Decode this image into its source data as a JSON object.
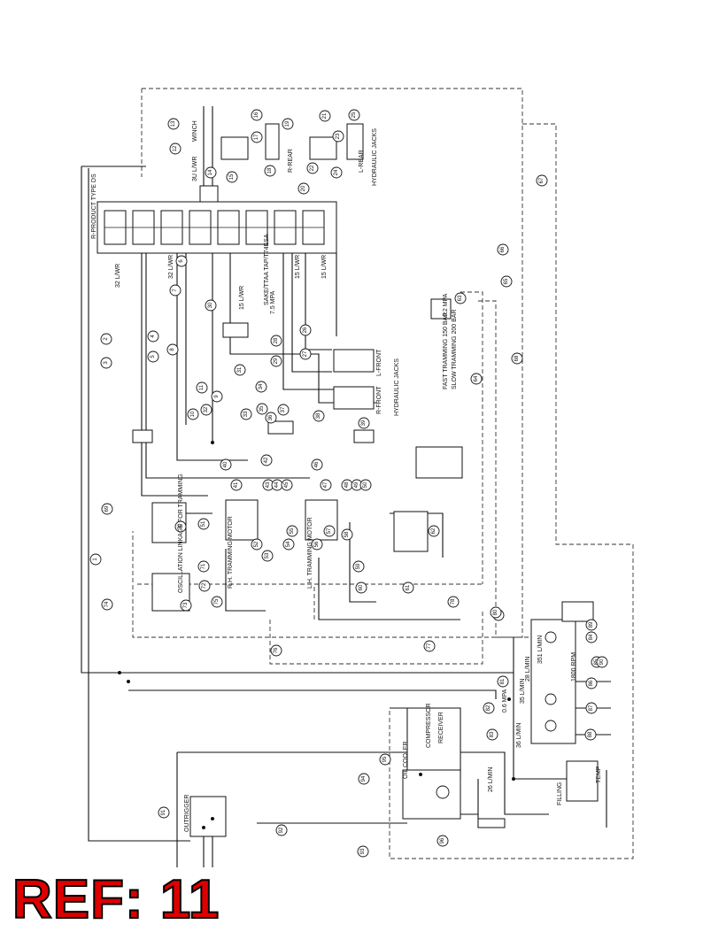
{
  "reference": {
    "label": "REF: 11"
  },
  "rotated_labels": {
    "hydraulic_jacks_top": "HYDRAULIC JACKS",
    "hydraulic_jacks_mid": "HYDRAULIC JACKS",
    "r_rear": "R-REAR",
    "l_rear": "L-REAR",
    "r_front": "R-FRONT",
    "l_front": "L-FRONT",
    "winch": "WINCH",
    "bank_valve": "R-PRODUCT TYPE DS",
    "line_3u": "3U L/WR",
    "line_32a": "32 L/WR",
    "line_32b": "32 L/WR",
    "line_15a": "15 L/WR",
    "line_15b": "15 L/WR",
    "line_15c": "15 L/WR",
    "valve_rating": "7.5 MPA",
    "check_valve": "SAKE/TTAA TAP/T74ESA",
    "fast_tramming": "FAST TRAMMING 150 BAR",
    "slow_tramming": "SLOW TRAMMING 200 BAR",
    "pressure_1": "0.2 MPA",
    "pressure_2": "0.6 MPA",
    "tramming_motor_r": "R.H. TRAMMING MOTOR",
    "tramming_motor_l": "L.H. TRAMMING MOTOR",
    "oscillation": "OSCILLATION LINKAGE FOR TRAMMING",
    "oil_cooler": "OIL COOLER",
    "compressor": "COMPRESSOR",
    "receiver": "RECEIVER",
    "rpm": "1800 RPM",
    "filling": "FILLING",
    "outrigger": "OUTRIGGER",
    "temp": "TEMP",
    "line_26": "26 L/MIN",
    "line_36": "36 L/MIN",
    "line_351": "351 L/MIN",
    "line_35": "35 L/MIN",
    "line_28": "28 L/MIN"
  },
  "callouts": [
    "1",
    "2",
    "3",
    "4",
    "5",
    "6",
    "7",
    "8",
    "9",
    "10",
    "11",
    "12",
    "13",
    "14",
    "15",
    "16",
    "17",
    "18",
    "19",
    "20",
    "21",
    "22",
    "23",
    "24",
    "25",
    "26",
    "27",
    "28",
    "29",
    "30",
    "31",
    "32",
    "33",
    "34",
    "35",
    "36",
    "37",
    "38",
    "39",
    "40",
    "41",
    "42",
    "43",
    "44",
    "45",
    "46",
    "47",
    "48",
    "49",
    "50",
    "51",
    "52",
    "53",
    "54",
    "55",
    "56",
    "57",
    "58",
    "59",
    "60",
    "61",
    "62",
    "63",
    "64",
    "65",
    "66",
    "67",
    "68",
    "69",
    "70",
    "71",
    "72",
    "73",
    "74",
    "75",
    "76",
    "77",
    "78",
    "79",
    "80",
    "81",
    "82",
    "83",
    "84",
    "85",
    "86",
    "87",
    "88",
    "89",
    "90",
    "91",
    "92",
    "93",
    "94",
    "95",
    "96"
  ]
}
